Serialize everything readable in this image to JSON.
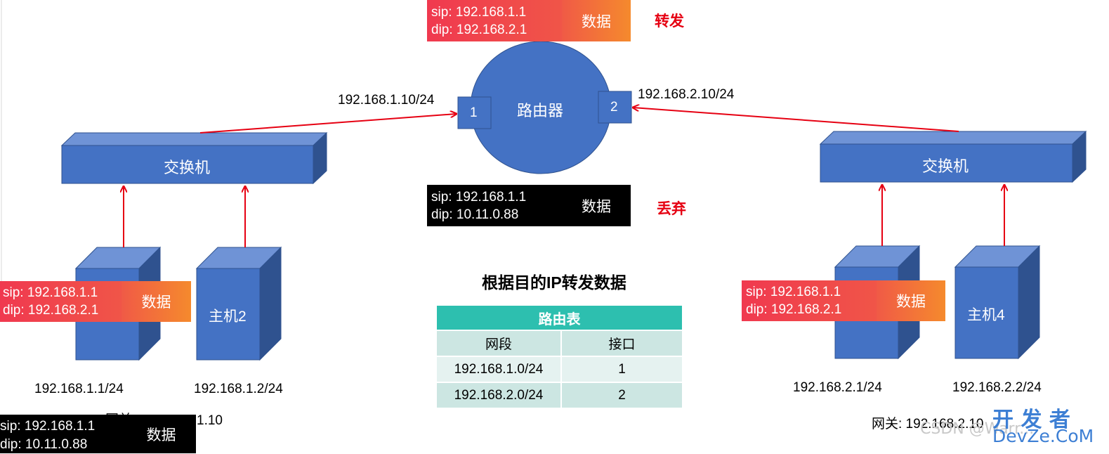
{
  "router": {
    "label": "路由器",
    "port1": "1",
    "port2": "2",
    "port1_ip": "192.168.1.10/24",
    "port2_ip": "192.168.2.10/24"
  },
  "switch_left": {
    "label": "交换机"
  },
  "switch_right": {
    "label": "交换机"
  },
  "hosts": {
    "host1": {
      "ip": "192.168.1.1/24"
    },
    "host2": {
      "label": "主机2",
      "ip": "192.168.1.2/24"
    },
    "host3": {
      "ip": "192.168.2.1/24"
    },
    "host4": {
      "label": "主机4",
      "ip": "192.168.2.2/24"
    }
  },
  "gateway_left": {
    "prefix": "网关",
    "suffix": "1.10"
  },
  "gateway_right": {
    "text": "网关: 192.168.2.10"
  },
  "packets": {
    "top": {
      "sip": "sip:  192.168.1.1",
      "dip": "dip: 192.168.2.1",
      "data": "数据",
      "action": "转发"
    },
    "dropped": {
      "sip": "sip:  192.168.1.1",
      "dip": "dip: 10.11.0.88",
      "data": "数据",
      "action": "丢弃"
    },
    "host1": {
      "sip": "sip:  192.168.1.1",
      "dip": "dip: 192.168.2.1",
      "data": "数据"
    },
    "host3": {
      "sip": "sip:  192.168.1.1",
      "dip": "dip: 192.168.2.1",
      "data": "数据"
    },
    "bottom_left": {
      "sip": "sip:  192.168.1.1",
      "dip": "dip: 10.11.0.88",
      "data": "数据"
    }
  },
  "caption": "根据目的IP转发数据",
  "routing_table": {
    "title": "路由表",
    "headers": [
      "网段",
      "接口"
    ],
    "rows": [
      [
        "192.168.1.0/24",
        "1"
      ],
      [
        "192.168.2.0/24",
        "2"
      ]
    ]
  },
  "watermark": {
    "csdn": "CSDN @Warr...",
    "brand_cn": "开 发 者",
    "brand_en": "DevZe.CoM"
  },
  "colors": {
    "device_blue": "#4472c4",
    "device_side": "#2f528f",
    "device_top": "#6f93d6",
    "arrow_red": "#e60012",
    "table_header": "#2dbfaf"
  }
}
